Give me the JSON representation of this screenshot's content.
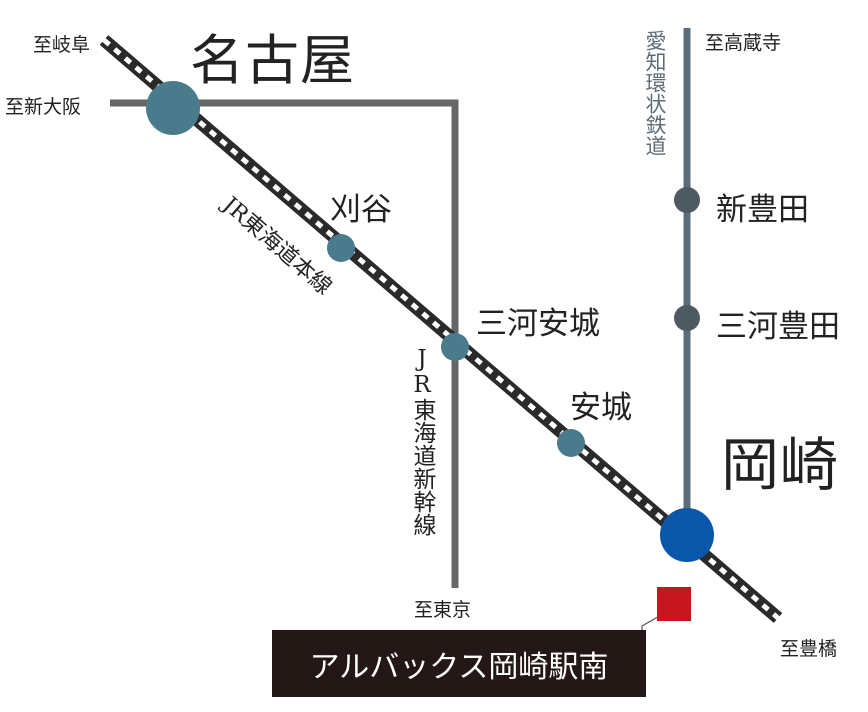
{
  "colors": {
    "jr_line_dark": "#2a2a2a",
    "shinkansen_line": "#666666",
    "aichi_loop_line": "#5c6d79",
    "station_jr": "#4a7b8c",
    "station_aichi": "#4d5a62",
    "station_okazaki": "#0a56a8",
    "property_marker": "#c6161e",
    "banner_bg": "#231815"
  },
  "stations": {
    "nagoya": "名古屋",
    "kariya": "刈谷",
    "mikawa_anjo": "三河安城",
    "anjo": "安城",
    "okazaki": "岡崎",
    "shin_toyota": "新豊田",
    "mikawa_toyota": "三河豊田"
  },
  "directions": {
    "to_gifu": "至岐阜",
    "to_shin_osaka": "至新大阪",
    "to_tokyo": "至東京",
    "to_toyohashi": "至豊橋",
    "to_kozoji": "至高蔵寺"
  },
  "lines": {
    "jr_tokaido_main": "JR東海道本線",
    "jr_tokaido_shinkansen": "JR東海道新幹線",
    "aichi_loop": "愛知環状鉄道"
  },
  "property": {
    "name": "アルバックス岡崎駅南",
    "marker_icon": "red-square-icon"
  }
}
